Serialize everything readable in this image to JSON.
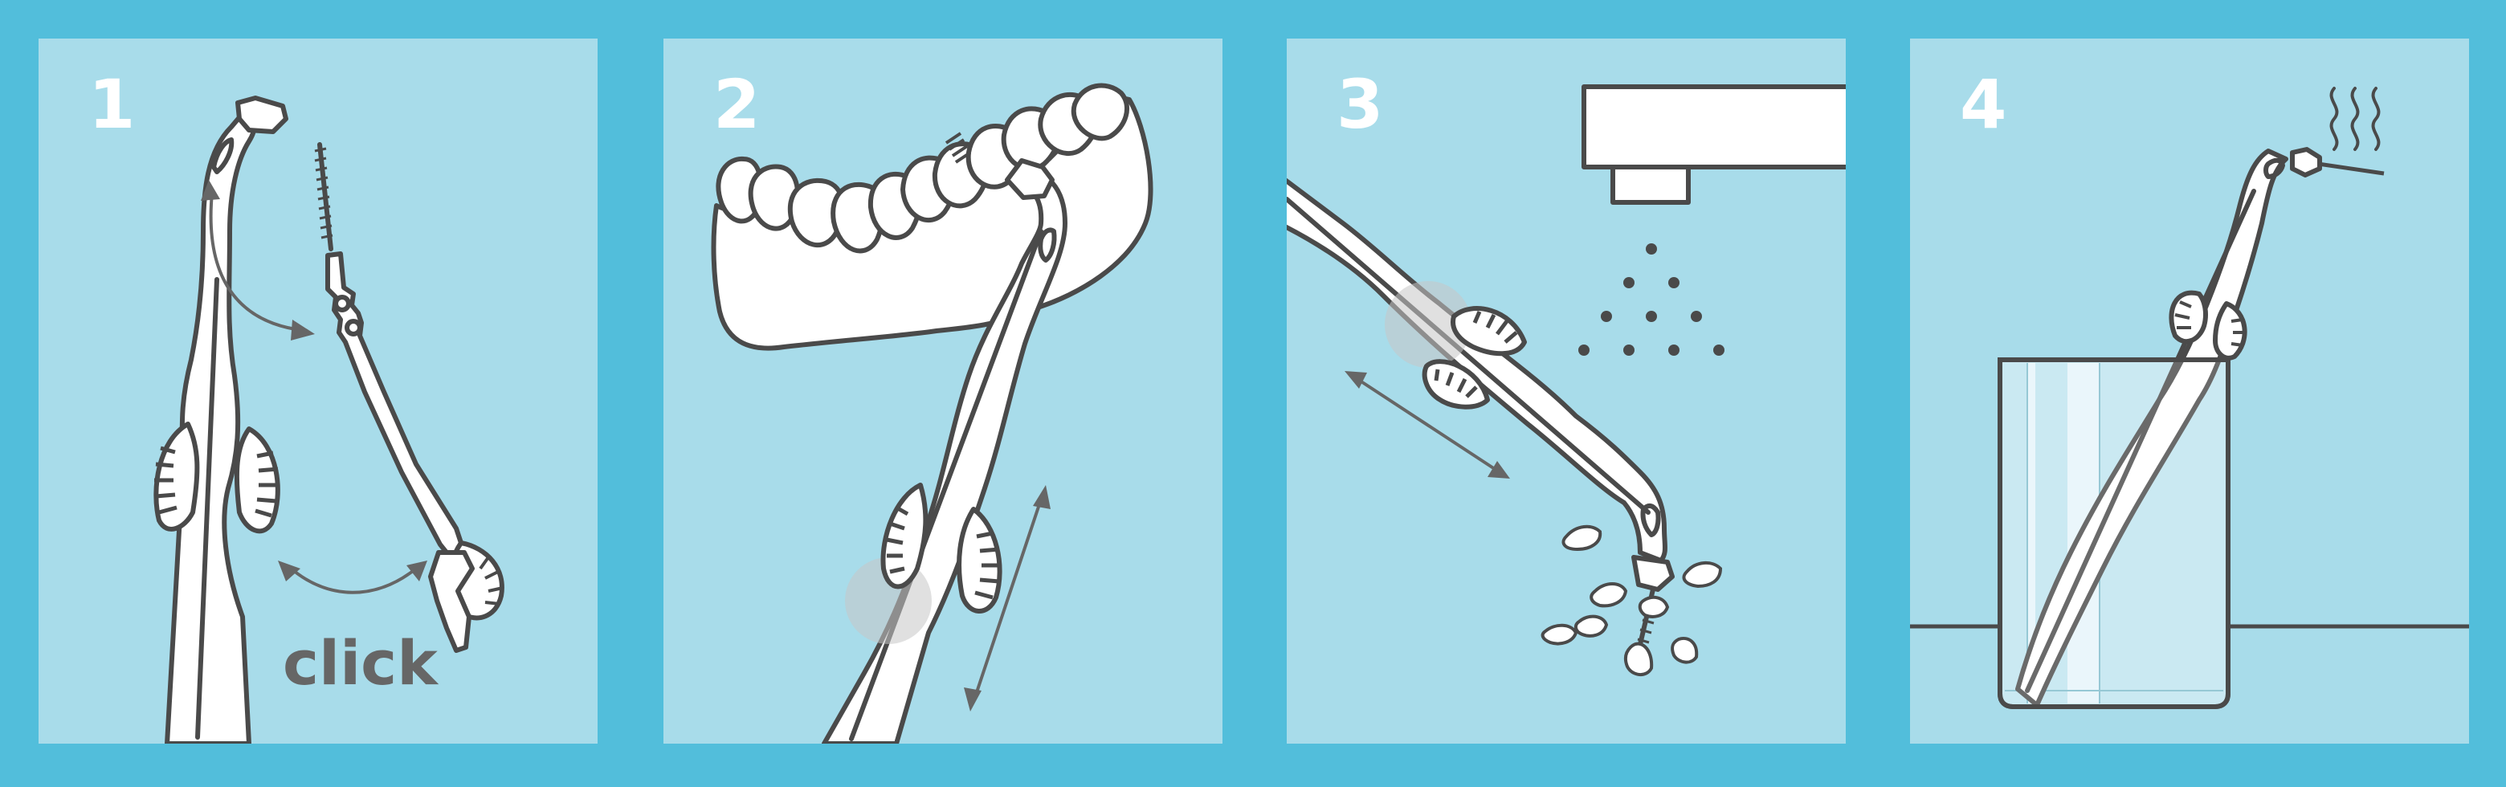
{
  "steps": [
    {
      "number": "1",
      "label": "click"
    },
    {
      "number": "2"
    },
    {
      "number": "3"
    },
    {
      "number": "4"
    }
  ],
  "colors": {
    "frame": "#52BEDB",
    "panel": "#A8DCEA",
    "line": "#4A4A4A",
    "fill": "#FFFFFF",
    "arrow": "#666666"
  }
}
